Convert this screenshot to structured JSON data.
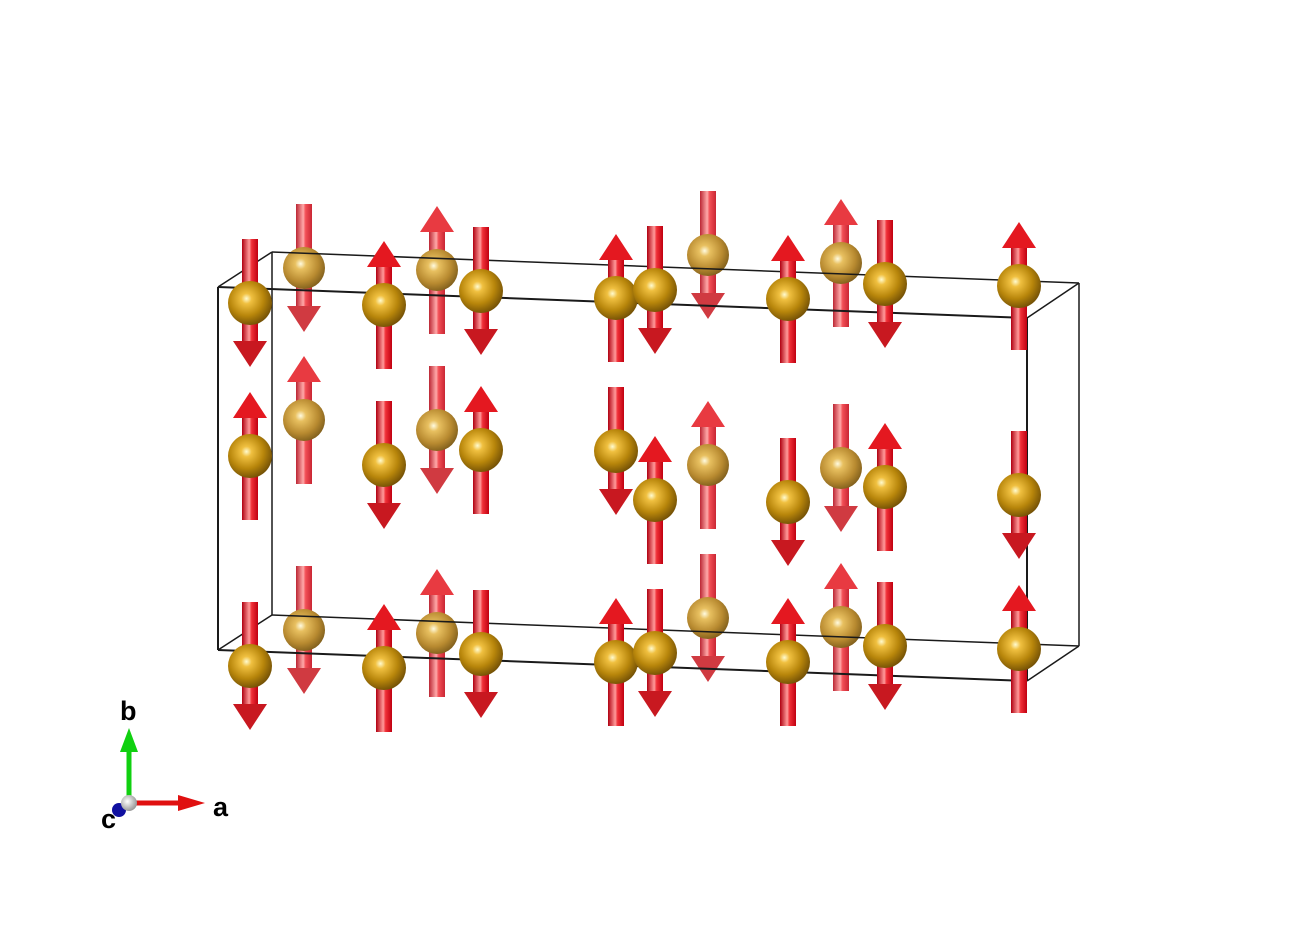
{
  "axes": {
    "a_label": "a",
    "b_label": "b",
    "c_label": "c"
  },
  "colors": {
    "atom": "#b8860b",
    "spin_arrow": "#e8141c",
    "cell_edge": "#1a1a1a",
    "axis_a": "#e01010",
    "axis_b": "#10d010",
    "axis_c": "#1010a0"
  },
  "structure": {
    "spins_front_top": [
      "down",
      "up",
      "down",
      "up",
      "down",
      "up",
      "down",
      "up"
    ],
    "spins_back_top": [
      "down",
      "up",
      "down",
      "up"
    ],
    "spins_middle": [
      "up",
      "up",
      "down",
      "down",
      "up",
      "down",
      "up",
      "up",
      "down",
      "down",
      "up",
      "down"
    ],
    "spins_front_bottom": [
      "down",
      "up",
      "down",
      "up",
      "down",
      "up",
      "down",
      "up"
    ],
    "spins_back_bottom": [
      "down",
      "up",
      "down",
      "up"
    ]
  }
}
